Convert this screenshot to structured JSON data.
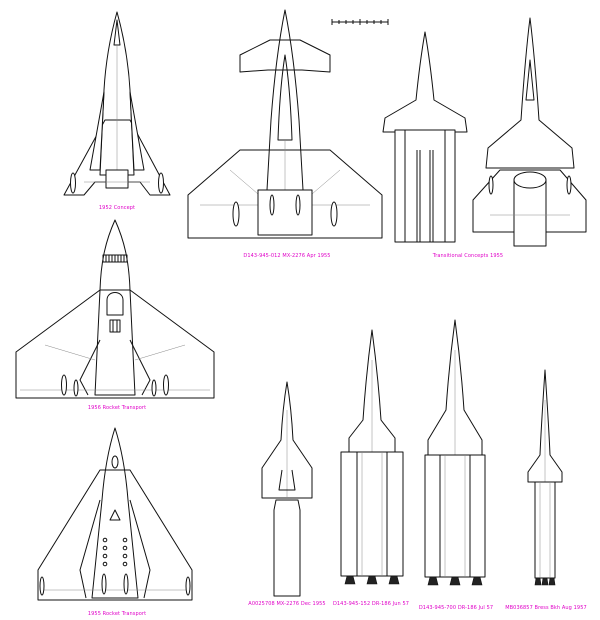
{
  "accent_color": "#e000c8",
  "captions": {
    "c1": "1952 Concept",
    "c2": "D143-945-012 MX-2276 Apr 1955",
    "c3": "Transitional Concepts 1955",
    "c4": "1956 Rocket Transport",
    "c5": "1955 Rocket Transport",
    "c6": "A0025708 MX-2276 Dec 1955",
    "c7": "D143-945-152 DR-186 Jun 57",
    "c8": "D143-945-700 DR-186 Jul 57",
    "c9": "MB036857 Bress Bkh Aug 1957"
  }
}
